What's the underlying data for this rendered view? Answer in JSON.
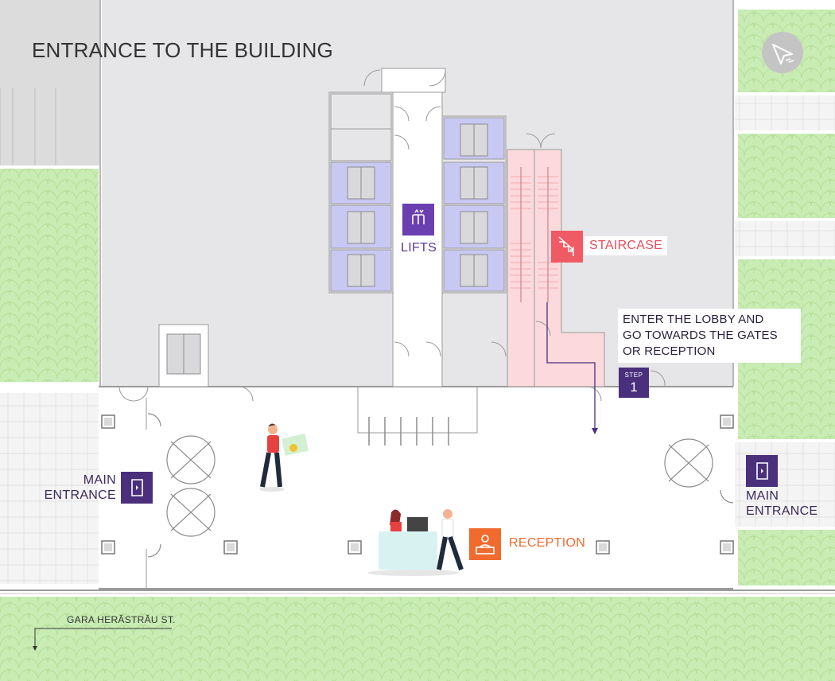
{
  "title": "ENTRANCE TO THE BUILDING",
  "labels": {
    "lifts": "LIFTS",
    "staircase": "STAIRCASE",
    "reception": "RECEPTION",
    "main_entrance_left": [
      "MAIN",
      "ENTRANCE"
    ],
    "main_entrance_right": [
      "MAIN",
      "ENTRANCE"
    ],
    "street": "GARA HERĂSTRĂU ST."
  },
  "instructions": {
    "lines": [
      "ENTER THE LOBBY AND",
      "GO TOWARDS THE GATES",
      "OR RECEPTION"
    ],
    "step_label": "STEP",
    "step_number": "1"
  },
  "icons": {
    "lifts": "elevator-icon",
    "staircase": "stairs-icon",
    "reception": "reception-desk-icon",
    "entrance_left": "door-icon",
    "entrance_right": "door-icon",
    "compass": "navigation-compass-icon"
  },
  "colors": {
    "lifts": "#6a3fb0",
    "staircase": "#f05a64",
    "reception": "#f26b2e",
    "entrance": "#4a2f7d",
    "grass": "#c8ecb2",
    "building": "#e6e6e8",
    "lift_cabin": "#c9c8f3",
    "stair_area": "#fbd9dc"
  }
}
